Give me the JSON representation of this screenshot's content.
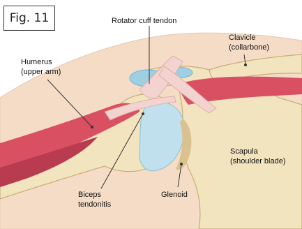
{
  "figure_label": "Fig. 11",
  "labels": {
    "rotator_cuff": [
      "Rotator cuff tendon"
    ],
    "clavicle": [
      "Clavicle",
      "(collarbone)"
    ],
    "humerus": [
      "Humerus",
      "(upper arm)"
    ],
    "scapula": [
      "Scapula",
      "(shoulder blade)"
    ],
    "glenoid": [
      "Glenoid"
    ],
    "biceps": [
      "Biceps",
      "tendonitis"
    ]
  },
  "colors": {
    "skin": "#f4dcc7",
    "bone": "#f2e4bf",
    "bone_shadow": "#d9c28f",
    "muscle": "#d95063",
    "tendon": "#f3d3cf",
    "cartilage": "#bfe0ec",
    "bursa": "#9fcfe3"
  }
}
